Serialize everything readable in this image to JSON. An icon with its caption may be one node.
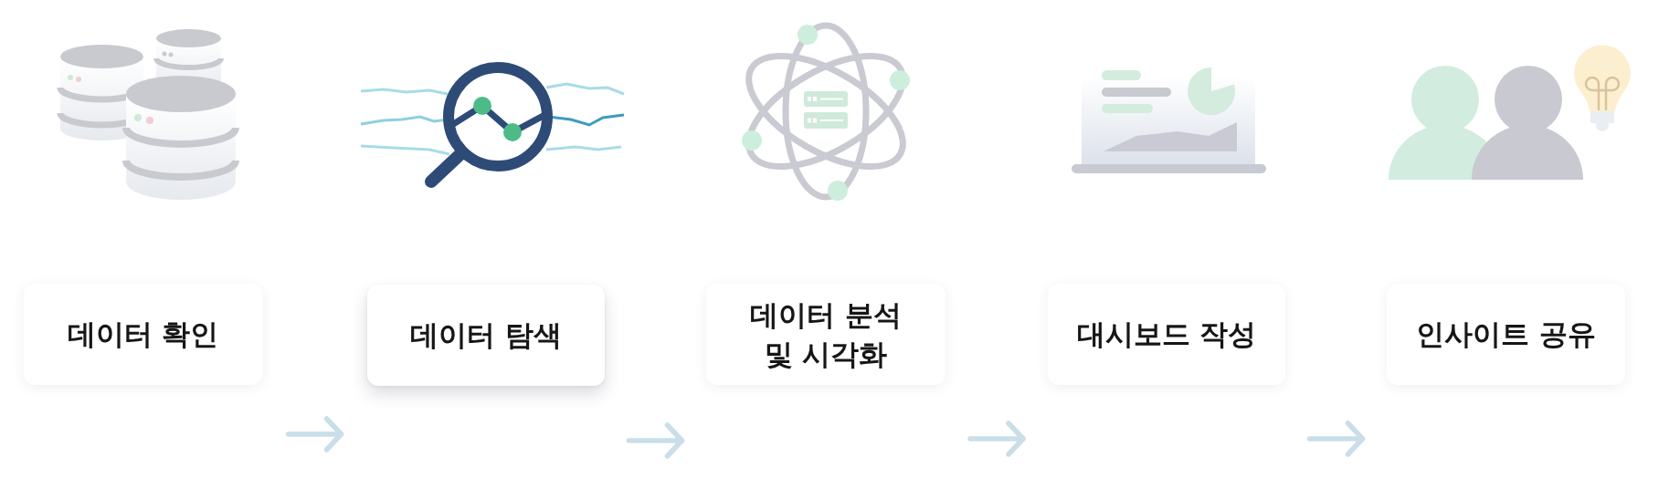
{
  "diagram": {
    "nodes": [
      {
        "text": [
          "데이터 확인"
        ]
      },
      {
        "text": [
          "데이터 탐색"
        ]
      },
      {
        "text": [
          "데이터 분석 및 시각화"
        ]
      },
      {
        "text": [
          "대시보드 작성"
        ]
      },
      {
        "text": [
          "인사이트 공유"
        ]
      }
    ],
    "edges": [
      {
        "from": 0,
        "to": 1,
        "arrow": "to"
      },
      {
        "from": 1,
        "to": 2,
        "arrow": "to"
      },
      {
        "from": 2,
        "to": 3,
        "arrow": "to"
      },
      {
        "from": 3,
        "to": 4,
        "arrow": "to"
      }
    ]
  }
}
